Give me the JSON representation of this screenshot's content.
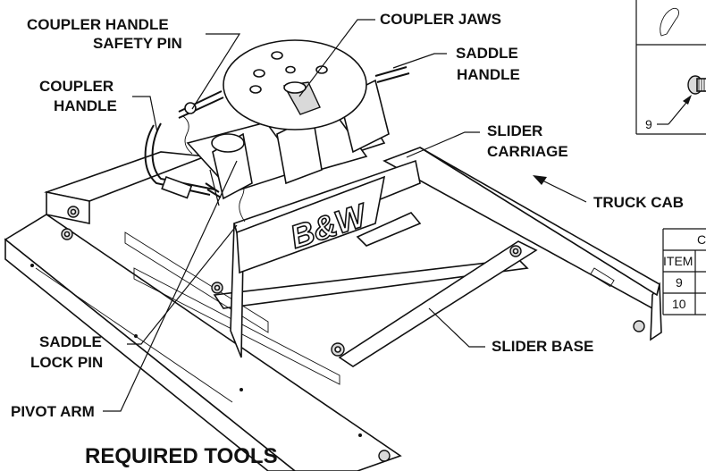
{
  "labels": {
    "coupler_handle_safety_pin_line1": "COUPLER HANDLE",
    "coupler_handle_safety_pin_line2": "SAFETY PIN",
    "coupler_handle_line1": "COUPLER",
    "coupler_handle_line2": "HANDLE",
    "coupler_jaws": "COUPLER JAWS",
    "saddle_handle_line1": "SADDLE",
    "saddle_handle_line2": "HANDLE",
    "slider_carriage_line1": "SLIDER",
    "slider_carriage_line2": "CARRIAGE",
    "truck_cab": "TRUCK CAB",
    "saddle_lock_pin_line1": "SADDLE",
    "saddle_lock_pin_line2": "LOCK PIN",
    "pivot_arm": "PIVOT ARM",
    "slider_base": "SLIDER BASE",
    "logo": "B&W"
  },
  "required_tools": "REQUIRED TOOLS",
  "parts_panel": {
    "callout_number": "9"
  },
  "parts_table": {
    "title_fragment": "C",
    "header_item": "ITEM",
    "rows": [
      "9",
      "10"
    ]
  }
}
